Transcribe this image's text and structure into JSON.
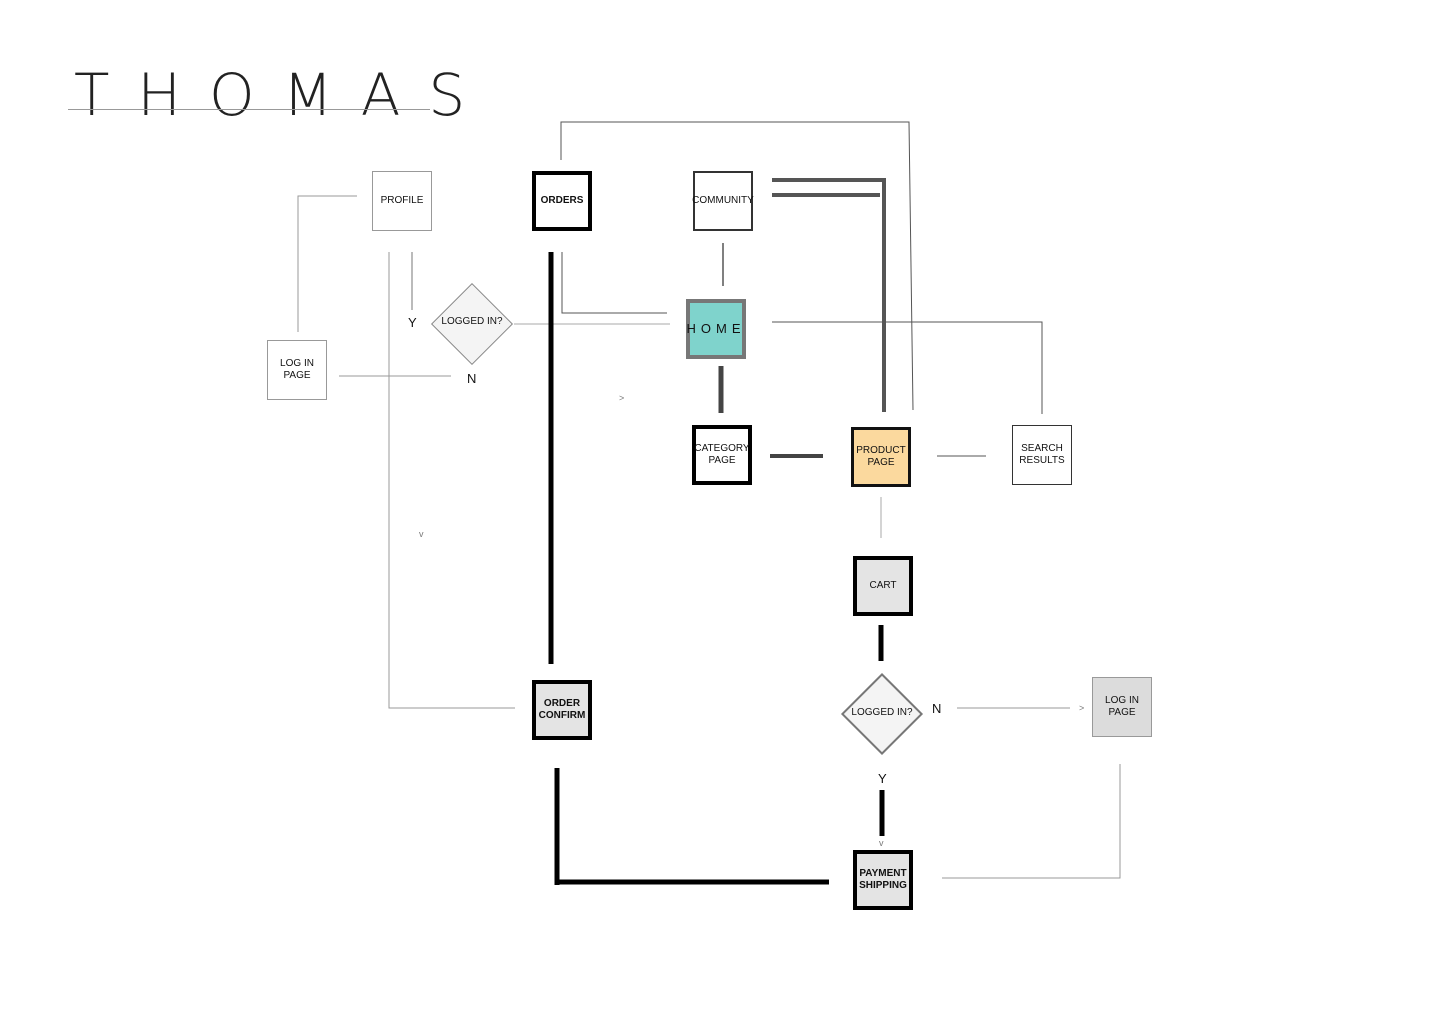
{
  "title": "THOMAS",
  "nodes": {
    "profile": "PROFILE",
    "orders": "ORDERS",
    "community": "COMMUNITY",
    "home": "HOME",
    "login_left": "LOG IN\nPAGE",
    "category": "CATEGORY\nPAGE",
    "product": "PRODUCT\nPAGE",
    "search": "SEARCH\nRESULTS",
    "cart": "CART",
    "order_confirm": "ORDER\nCONFIRM",
    "login_right": "LOG IN\nPAGE",
    "payment": "PAYMENT\nSHIPPING"
  },
  "decisions": {
    "top": "LOGGED IN?",
    "bottom": "LOGGED IN?"
  },
  "branch_labels": {
    "top_yes": "Y",
    "top_no": "N",
    "bottom_yes": "Y",
    "bottom_no": "N"
  },
  "arrowheads": {
    "right": ">",
    "down": "v"
  },
  "colors": {
    "home_fill": "#7fd3cc",
    "product_fill": "#fbd99e",
    "grey_fill": "#e4e4e4"
  }
}
